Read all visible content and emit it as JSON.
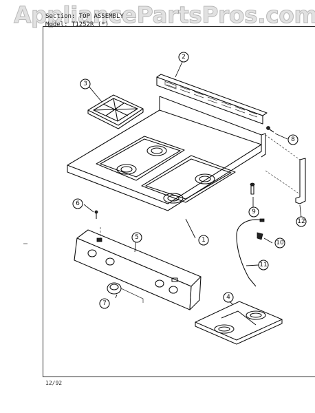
{
  "watermark": "AppliancePartsPros.com",
  "header": {
    "section": "Section: TOP ASSEMBLY",
    "model": "Model: T1252R (*)"
  },
  "footer": {
    "date": "12/92"
  },
  "callouts": [
    {
      "id": "1",
      "label": "1"
    },
    {
      "id": "2",
      "label": "2"
    },
    {
      "id": "3",
      "label": "3"
    },
    {
      "id": "4",
      "label": "4"
    },
    {
      "id": "5",
      "label": "5"
    },
    {
      "id": "6",
      "label": "6"
    },
    {
      "id": "7",
      "label": "7"
    },
    {
      "id": "8",
      "label": "8"
    },
    {
      "id": "9",
      "label": "9"
    },
    {
      "id": "10",
      "label": "10"
    },
    {
      "id": "11",
      "label": "11"
    },
    {
      "id": "12",
      "label": "12"
    }
  ]
}
